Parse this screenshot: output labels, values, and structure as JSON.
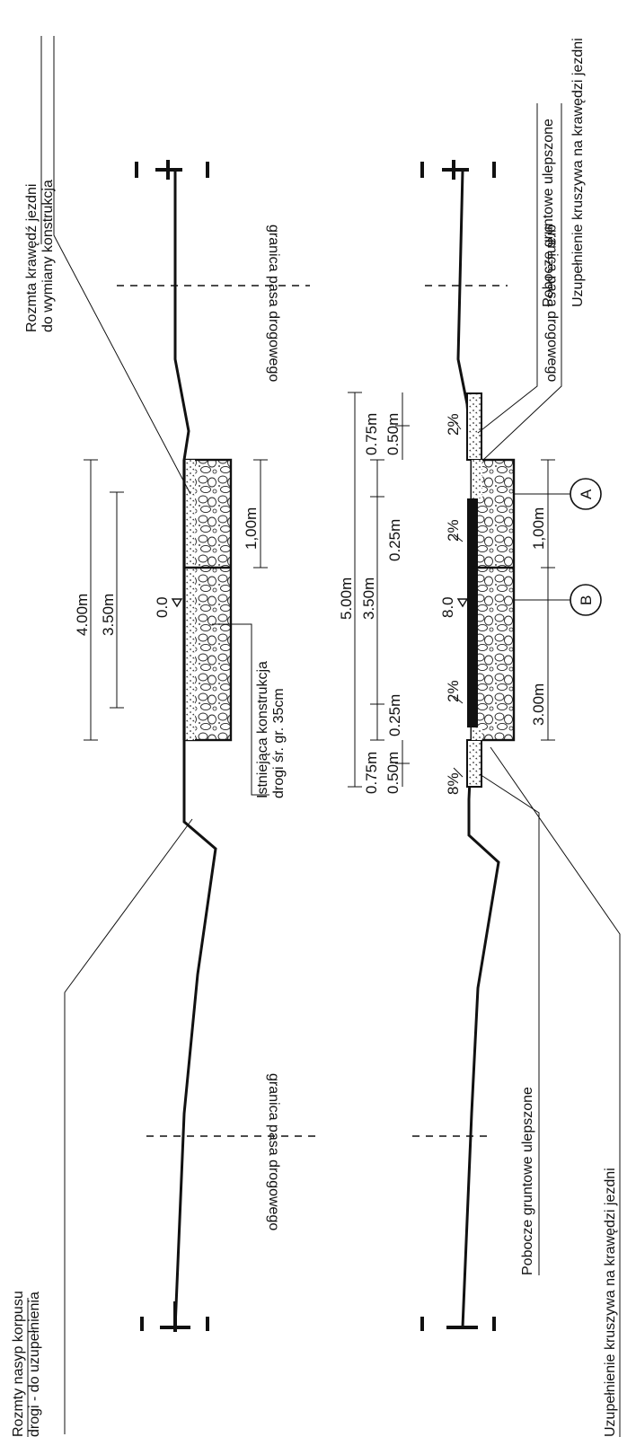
{
  "labels": {
    "top_left_1": "Rozmty nasyp korpusu",
    "top_left_2": "drogi - do uzupełnienia",
    "top_right_1": "Rozmta krawędź jezdni",
    "top_right_2": "do wymiany konstrukcja",
    "existing_1": "Istniejąca konstrukcja",
    "existing_2": "drogi śr. gr. 35cm",
    "boundary": "granica pasa drogowego",
    "shoulder": "Pobocze gruntowe ulepszone",
    "aggregate": "Uzupełnienie kruszywa na krawędzi jezdni"
  },
  "section_top": {
    "level": "0.0",
    "dims": {
      "total": "4.00m",
      "lane": "3.50m",
      "edge": "1,00m"
    }
  },
  "section_bottom": {
    "level": "8.0",
    "dims": {
      "total": "5.00m",
      "lane": "3.50m",
      "band_left": "0.25m",
      "band_right": "0.25m",
      "shoulder_left": "0.75m",
      "shoulder_right": "0.75m",
      "inner_left": "0.50m",
      "inner_right": "0.50m",
      "width_b": "3.00m",
      "width_a": "1,00m"
    },
    "slopes": [
      "8%",
      "2%",
      "2%",
      "2%"
    ],
    "markers": [
      "A",
      "B"
    ]
  }
}
